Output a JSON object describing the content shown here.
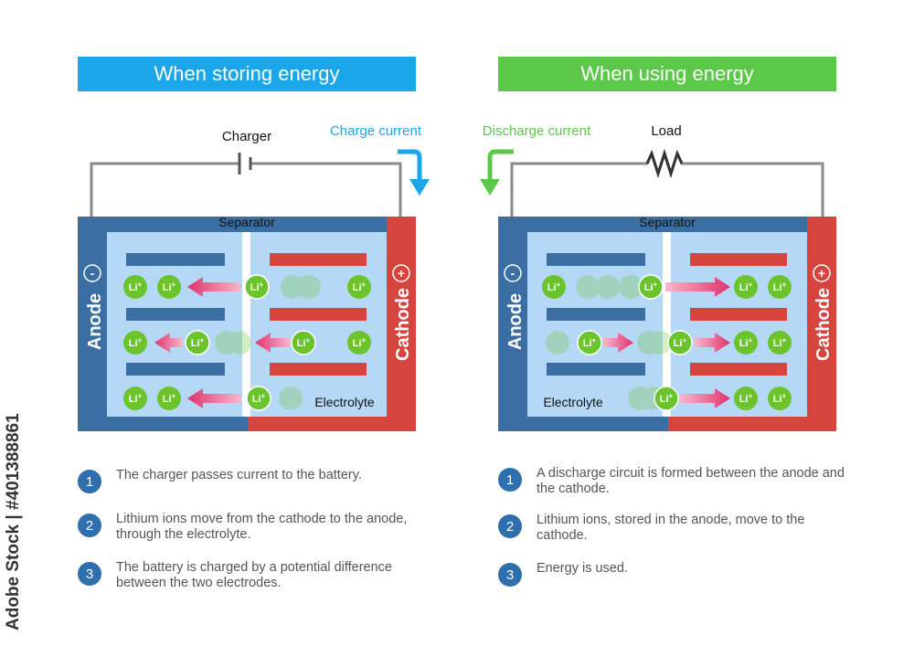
{
  "left_panel": {
    "title": "When storing energy",
    "charger_label": "Charger",
    "current_label": "Charge current",
    "separator_label": "Separator",
    "anode_label": "Anode",
    "cathode_label": "Cathode",
    "minus_sign": "-",
    "plus_sign": "+",
    "electrolyte_label": "Electrolyte",
    "ion_label": "Li+",
    "steps": [
      {
        "number": "1",
        "text": "The charger passes current to the battery."
      },
      {
        "number": "2",
        "text": "Lithium ions move from the cathode to the anode, through the electrolyte."
      },
      {
        "number": "3",
        "text": "The battery is charged by a potential difference between the two electrodes."
      }
    ]
  },
  "right_panel": {
    "title": "When using energy",
    "load_label": "Load",
    "current_label": "Discharge current",
    "separator_label": "Separator",
    "anode_label": "Anode",
    "cathode_label": "Cathode",
    "minus_sign": "-",
    "plus_sign": "+",
    "electrolyte_label": "Electrolyte",
    "ion_label": "Li+",
    "steps": [
      {
        "number": "1",
        "text": "A discharge circuit is formed between the anode and the cathode."
      },
      {
        "number": "2",
        "text": "Lithium ions, stored in the anode, move to the cathode."
      },
      {
        "number": "3",
        "text": "Energy is used."
      }
    ]
  },
  "watermark": "Adobe Stock | #401388861",
  "colors": {
    "anode": "#3b6fa3",
    "cathode": "#d6443e",
    "electrolyte": "#b6d8f7",
    "ion": "#6cc42c",
    "charge_arrow": "#1aa6e8",
    "discharge_arrow": "#5bc84a",
    "ion_arrow": "#e0336b"
  }
}
